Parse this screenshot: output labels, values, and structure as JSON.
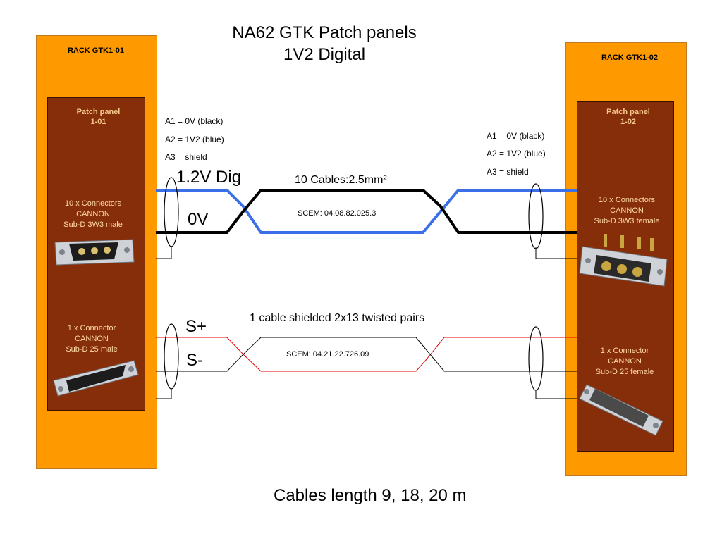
{
  "title": {
    "line1": "NA62 GTK Patch panels",
    "line2": "1V2 Digital"
  },
  "left_rack": {
    "label": "RACK GTK1-01",
    "panel_line1": "Patch panel",
    "panel_line2": "1-01",
    "conn1": [
      "10 x Connectors",
      "CANNON",
      "Sub-D 3W3 male"
    ],
    "conn2": [
      "1 x Connector",
      "CANNON",
      "Sub-D 25 male"
    ]
  },
  "right_rack": {
    "label": "RACK GTK1-02",
    "panel_line1": "Patch panel",
    "panel_line2": "1-02",
    "conn1": [
      "10 x Connectors",
      "CANNON",
      "Sub-D 3W3 female"
    ],
    "conn2": [
      "1 x Connector",
      "CANNON",
      "Sub-D 25 female"
    ]
  },
  "pin_notes_left": [
    "A1 = 0V (black)",
    "A2 = 1V2 (blue)",
    "A3 = shield"
  ],
  "pin_notes_right": [
    "A1 = 0V (black)",
    "A2 = 1V2 (blue)",
    "A3 = shield"
  ],
  "power": {
    "label_dig": "1.2V Dig",
    "label_0v": "0V",
    "cables": "10 Cables:2.5mm²",
    "scem": "SCEM: 04.08.82.025.3"
  },
  "signal": {
    "label_sp": "S+",
    "label_sm": "S-",
    "cable": "1 cable shielded 2x13 twisted pairs",
    "scem": "SCEM: 04.21.22.726.09"
  },
  "footer": "Cables length 9, 18, 20 m",
  "colors": {
    "rack": "#ff9900",
    "panel": "#862e09",
    "wire_blue": "#3a6fe8",
    "wire_black": "#000000",
    "wire_red": "#e60000"
  }
}
